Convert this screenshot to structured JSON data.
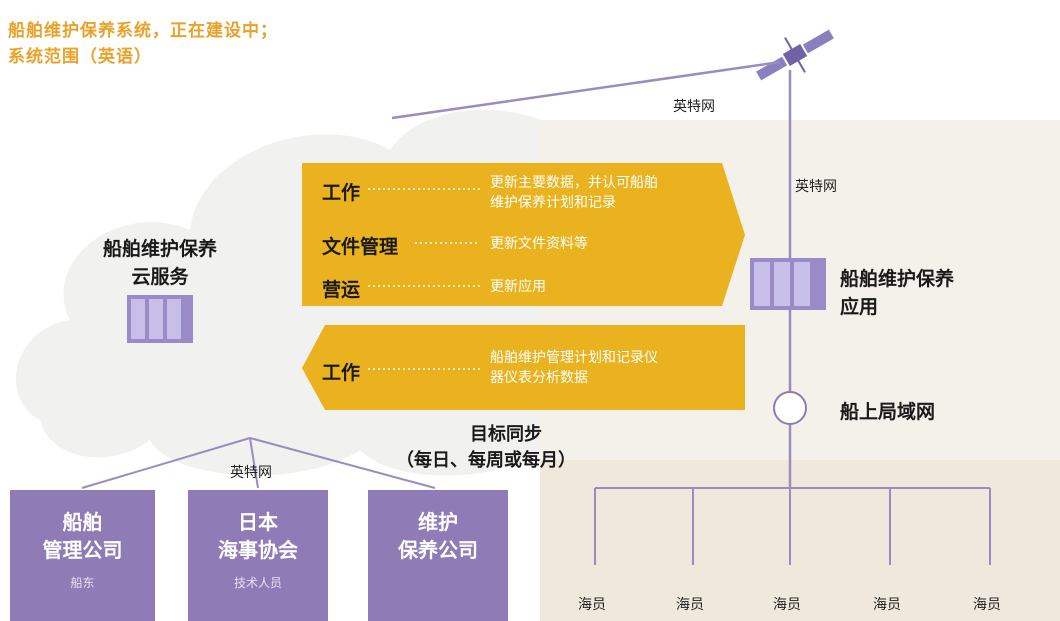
{
  "header": {
    "line1": "船舶维护保养系统，正在建设中；",
    "line2": "系统范围（英语）"
  },
  "satellite": {
    "icon": "satellite-icon",
    "label": "英特网"
  },
  "cloud": {
    "title": "船舶维护保养\n云服务",
    "icon": "server-icon"
  },
  "ship_link_label": "英特网",
  "ship_app": {
    "title": "船舶维护保养\n应用",
    "icon": "server-icon"
  },
  "lan": {
    "label": "船上局域网",
    "icon": "network-node-icon"
  },
  "upload_arrow": {
    "rows": [
      {
        "left": "工作",
        "right": "更新主要数据，并认可船舶\n维护保养计划和记录"
      },
      {
        "left": "文件管理",
        "right": "更新文件资料等"
      },
      {
        "left": "营运",
        "right": "更新应用"
      }
    ]
  },
  "download_arrow": {
    "rows": [
      {
        "left": "工作",
        "right": "船舶维护管理计划和记录仪\n器仪表分析数据"
      }
    ]
  },
  "sync": {
    "line1": "目标同步",
    "line2": "（每日、每周或每月）"
  },
  "bottom_link_label": "英特网",
  "companies": [
    {
      "title": "船舶\n管理公司",
      "sub": "船东"
    },
    {
      "title": "日本\n海事协会",
      "sub": "技术人员"
    },
    {
      "title": "维护\n保养公司",
      "sub": ""
    }
  ],
  "crew": [
    "海员",
    "海员",
    "海员",
    "海员",
    "海员"
  ],
  "colors": {
    "orange": "#e8a22a",
    "arrow": "#eab21e",
    "purple": "#8f7cb6",
    "line": "#9b8cc0"
  }
}
